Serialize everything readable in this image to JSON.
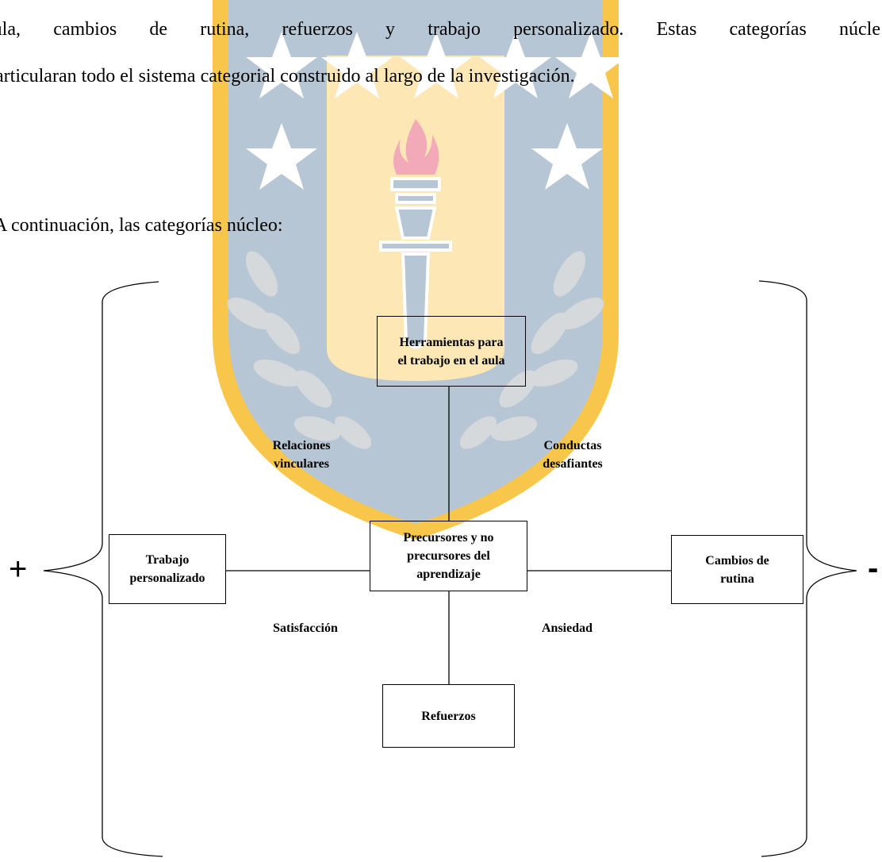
{
  "paragraph": {
    "line1": "aula, cambios de rutina, refuerzos y trabajo personalizado. Estas categorías núcle",
    "line2": "articularan todo el sistema categorial construido al largo de la investigación.",
    "intro": "A continuación, las categorías núcleo:"
  },
  "diagram": {
    "nodes": {
      "top": "Herramientas para\nel trabajo en el aula",
      "center": "Precursores y no\nprecursores del\naprendizaje",
      "left": "Trabajo\npersonalizado",
      "right": "Cambios de\nrutina",
      "bottom": "Refuerzos"
    },
    "quadrant_labels": {
      "top_left": "Relaciones\nvinculares",
      "top_right": "Conductas\ndesafiantes",
      "bottom_left": "Satisfacción",
      "bottom_right": "Ansiedad"
    },
    "signs": {
      "plus": "+",
      "minus": "-"
    }
  },
  "watermark": {
    "shield_color": "#b7c6d4",
    "inner_color": "#fde7b5",
    "border_color": "#f7c64a",
    "flame_color": "#f2aab8",
    "star_color": "#ffffff",
    "laurel_color": "#d5d9dc"
  }
}
